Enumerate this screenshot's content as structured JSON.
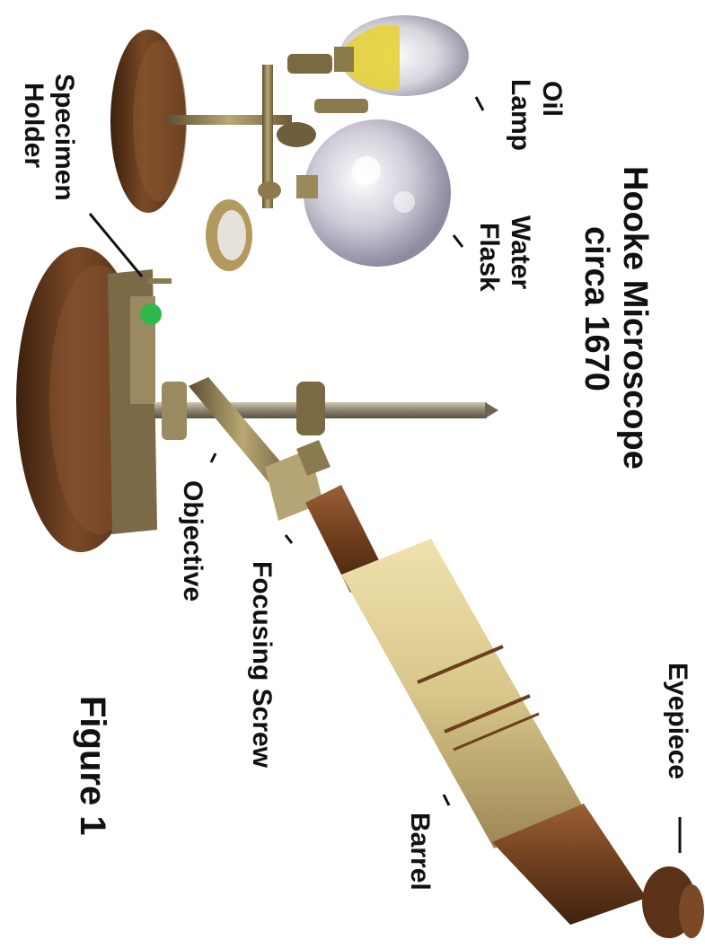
{
  "figure": {
    "title_line1": "Hooke Microscope",
    "title_line2": "circa 1670",
    "caption": "Figure 1",
    "orientation": "rotated 90° clockwise"
  },
  "labels": {
    "oil_lamp_1": "Oil",
    "oil_lamp_2": "Lamp",
    "water_flask_1": "Water",
    "water_flask_2": "Flask",
    "specimen_holder_1": "Specimen",
    "specimen_holder_2": "Holder",
    "objective": "Objective",
    "focusing_screw": "Focusing Screw",
    "barrel": "Barrel",
    "eyepiece": "Eyepiece"
  },
  "colors": {
    "background": "#ffffff",
    "wood_dark": "#4a2a14",
    "wood_mid": "#7a4a26",
    "wood_light": "#a06a3a",
    "brass": "#8a7a50",
    "steel": "#7a7060",
    "parchment": "#d8c68a",
    "glass": "#c9c6d2",
    "lamp_oil": "#e6d23a",
    "specimen_green": "#2fb84a"
  }
}
